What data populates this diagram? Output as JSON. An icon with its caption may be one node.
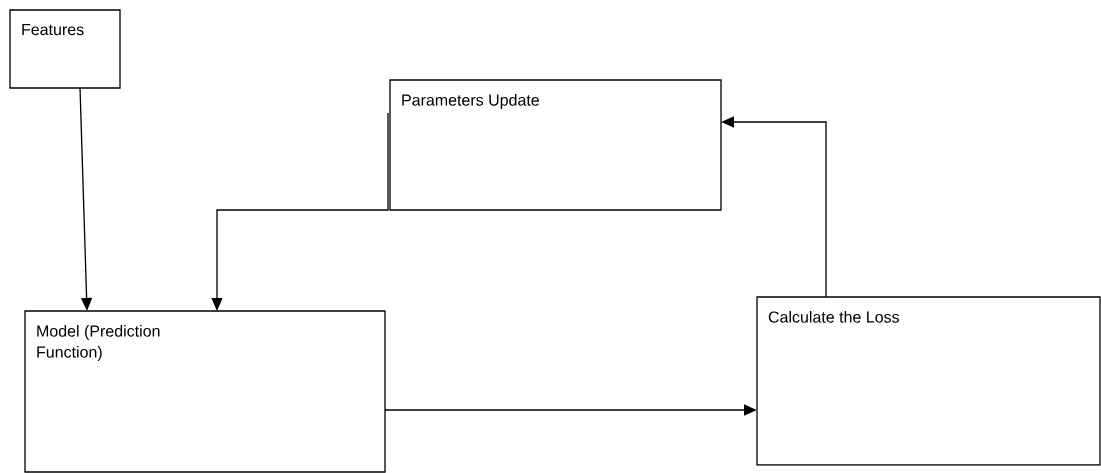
{
  "diagram": {
    "nodes": [
      {
        "text": [
          "Features"
        ]
      },
      {
        "text": [
          "Parameters Update"
        ]
      },
      {
        "text": [
          "Model (Prediction Function)"
        ]
      },
      {
        "text": [
          "Calculate the Loss"
        ]
      }
    ],
    "edges": [
      {
        "from": 0,
        "to": 2,
        "arrow": "to"
      },
      {
        "from": 1,
        "to": 2,
        "arrow": "to"
      },
      {
        "from": 2,
        "to": 3,
        "arrow": "to"
      },
      {
        "from": 3,
        "to": 1,
        "arrow": "to"
      }
    ]
  }
}
